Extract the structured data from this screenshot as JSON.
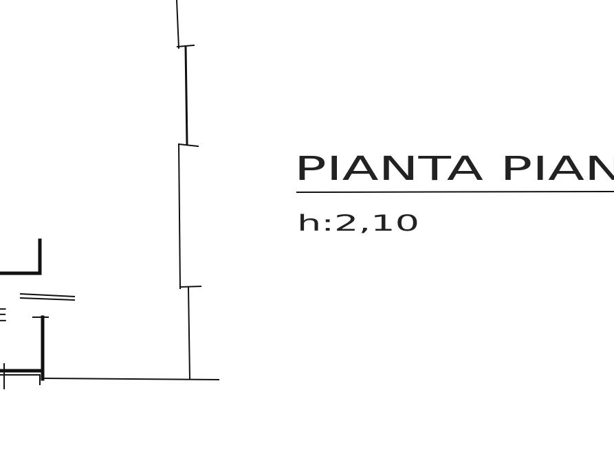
{
  "drawing": {
    "title": "PIANTA PIAN",
    "height_note": "h:2,10",
    "side_mark": "E"
  },
  "colors": {
    "ink": "#111111",
    "paper": "#ffffff"
  }
}
